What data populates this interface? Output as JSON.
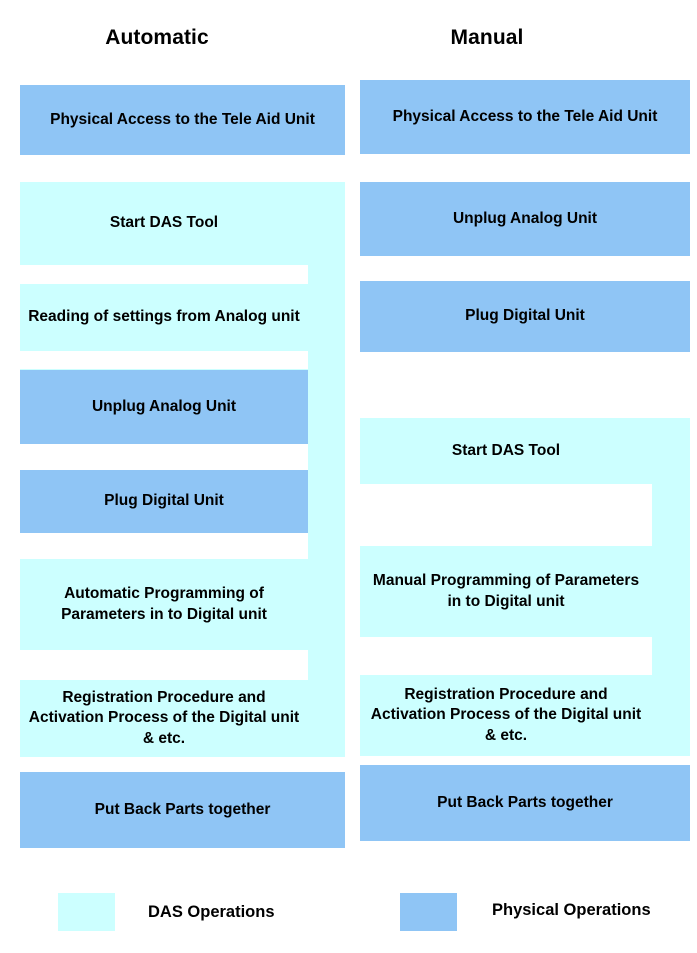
{
  "diagram": {
    "title_automatic": "Automatic",
    "title_manual": "Manual",
    "colors": {
      "physical_operation": "#8FC5F5",
      "das_operation": "#CCFFFF",
      "background": "#FFFFFF",
      "text": "#000000"
    }
  },
  "columns": [
    {
      "id": "automatic",
      "header": "Automatic",
      "steps": [
        {
          "index": 1,
          "label": "Physical Access to the Tele Aid Unit",
          "type": "physical"
        },
        {
          "index": 2,
          "label": "Start DAS Tool",
          "type": "das"
        },
        {
          "index": 3,
          "label": "Reading of settings from Analog unit",
          "type": "das"
        },
        {
          "index": 4,
          "label": "Unplug Analog Unit",
          "type": "physical"
        },
        {
          "index": 5,
          "label": "Plug Digital Unit",
          "type": "physical"
        },
        {
          "index": 6,
          "label": "Automatic Programming of Parameters in to Digital unit",
          "type": "das"
        },
        {
          "index": 7,
          "label": "Registration Procedure and Activation Process of the Digital unit & etc.",
          "type": "das"
        },
        {
          "index": 8,
          "label": "Put Back Parts together",
          "type": "physical"
        }
      ]
    },
    {
      "id": "manual",
      "header": "Manual",
      "steps": [
        {
          "index": 1,
          "label": "Physical Access to the Tele Aid Unit",
          "type": "physical"
        },
        {
          "index": 2,
          "label": "Unplug Analog Unit",
          "type": "physical"
        },
        {
          "index": 3,
          "label": "Plug Digital Unit",
          "type": "physical"
        },
        {
          "index": 4,
          "label": "Start DAS Tool",
          "type": "das"
        },
        {
          "index": 5,
          "label": "Manual Programming of Parameters in to Digital unit",
          "type": "das"
        },
        {
          "index": 6,
          "label": "Registration Procedure and Activation Process of the Digital unit & etc.",
          "type": "das"
        },
        {
          "index": 7,
          "label": "Put Back Parts together",
          "type": "physical"
        }
      ]
    }
  ],
  "legend": {
    "items": [
      {
        "id": "das",
        "label": "DAS Operations",
        "color": "#CCFFFF"
      },
      {
        "id": "physical",
        "label": "Physical Operations",
        "color": "#8FC5F5"
      }
    ]
  }
}
